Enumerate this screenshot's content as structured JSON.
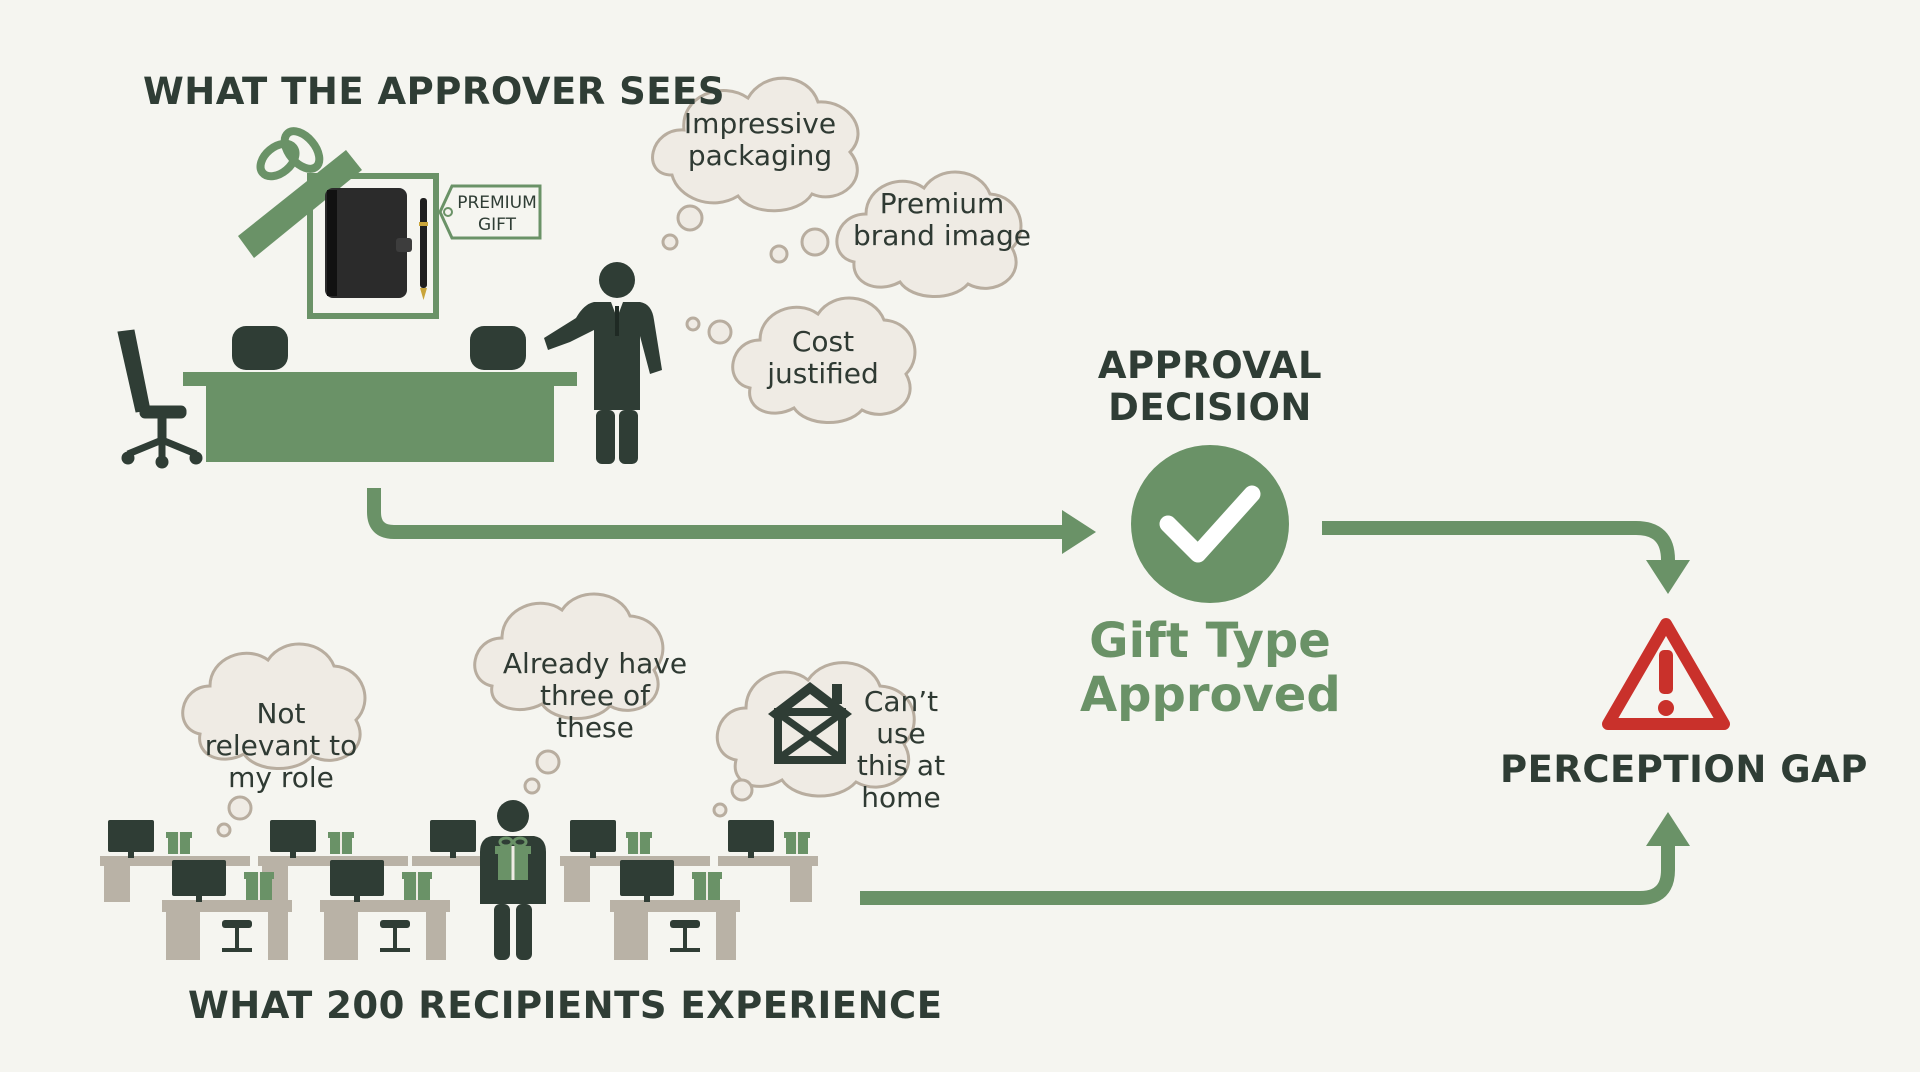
{
  "approver_section": {
    "title": "WHAT THE APPROVER SEES",
    "tag_label": "PREMIUM GIFT",
    "thoughts": [
      "Impressive packaging",
      "Premium brand image",
      "Cost justified"
    ]
  },
  "decision": {
    "title": "APPROVAL DECISION",
    "status": "Gift Type Approved"
  },
  "recipients_section": {
    "title": "WHAT 200 RECIPIENTS EXPERIENCE",
    "thoughts": [
      "Not relevant to my role",
      "Already have three of these",
      "Can’t use this at home"
    ]
  },
  "outcome": {
    "title": "PERCEPTION GAP"
  },
  "colors": {
    "green": "#6a9267",
    "dark": "#2f3d35",
    "warning_red": "#c9312b",
    "desk_beige": "#b9b2a6",
    "bubble_fill": "#efebe4",
    "bubble_stroke": "#b8ad9f"
  },
  "icons": [
    "gift-box-icon",
    "planner-icon",
    "pen-icon",
    "office-chair-icon",
    "person-icon",
    "checkmark-icon",
    "warning-icon",
    "monitor-icon",
    "house-broken-icon"
  ]
}
